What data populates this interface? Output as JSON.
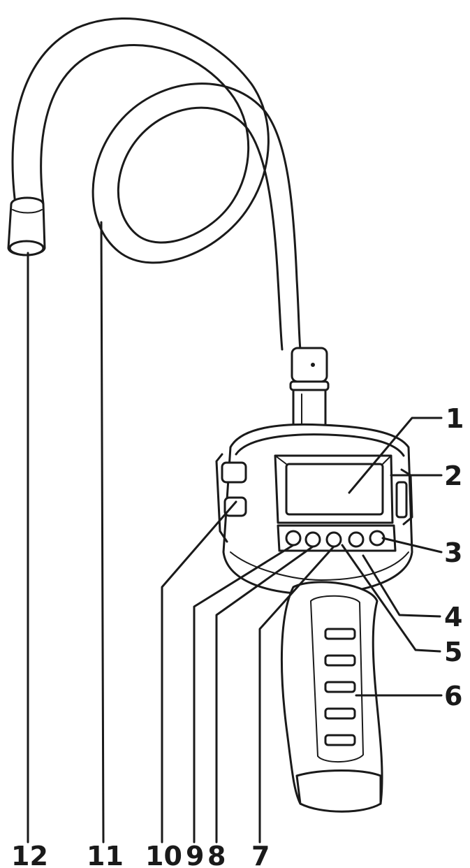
{
  "diagram": {
    "callouts": [
      {
        "id": "1",
        "label": "1"
      },
      {
        "id": "2",
        "label": "2"
      },
      {
        "id": "3",
        "label": "3"
      },
      {
        "id": "4",
        "label": "4"
      },
      {
        "id": "5",
        "label": "5"
      },
      {
        "id": "6",
        "label": "6"
      },
      {
        "id": "7",
        "label": "7"
      },
      {
        "id": "8",
        "label": "8"
      },
      {
        "id": "9",
        "label": "9"
      },
      {
        "id": "10",
        "label": "10"
      },
      {
        "id": "11",
        "label": "11"
      },
      {
        "id": "12",
        "label": "12"
      }
    ],
    "colors": {
      "ink": "#1a1a1a",
      "background": "#ffffff"
    }
  }
}
